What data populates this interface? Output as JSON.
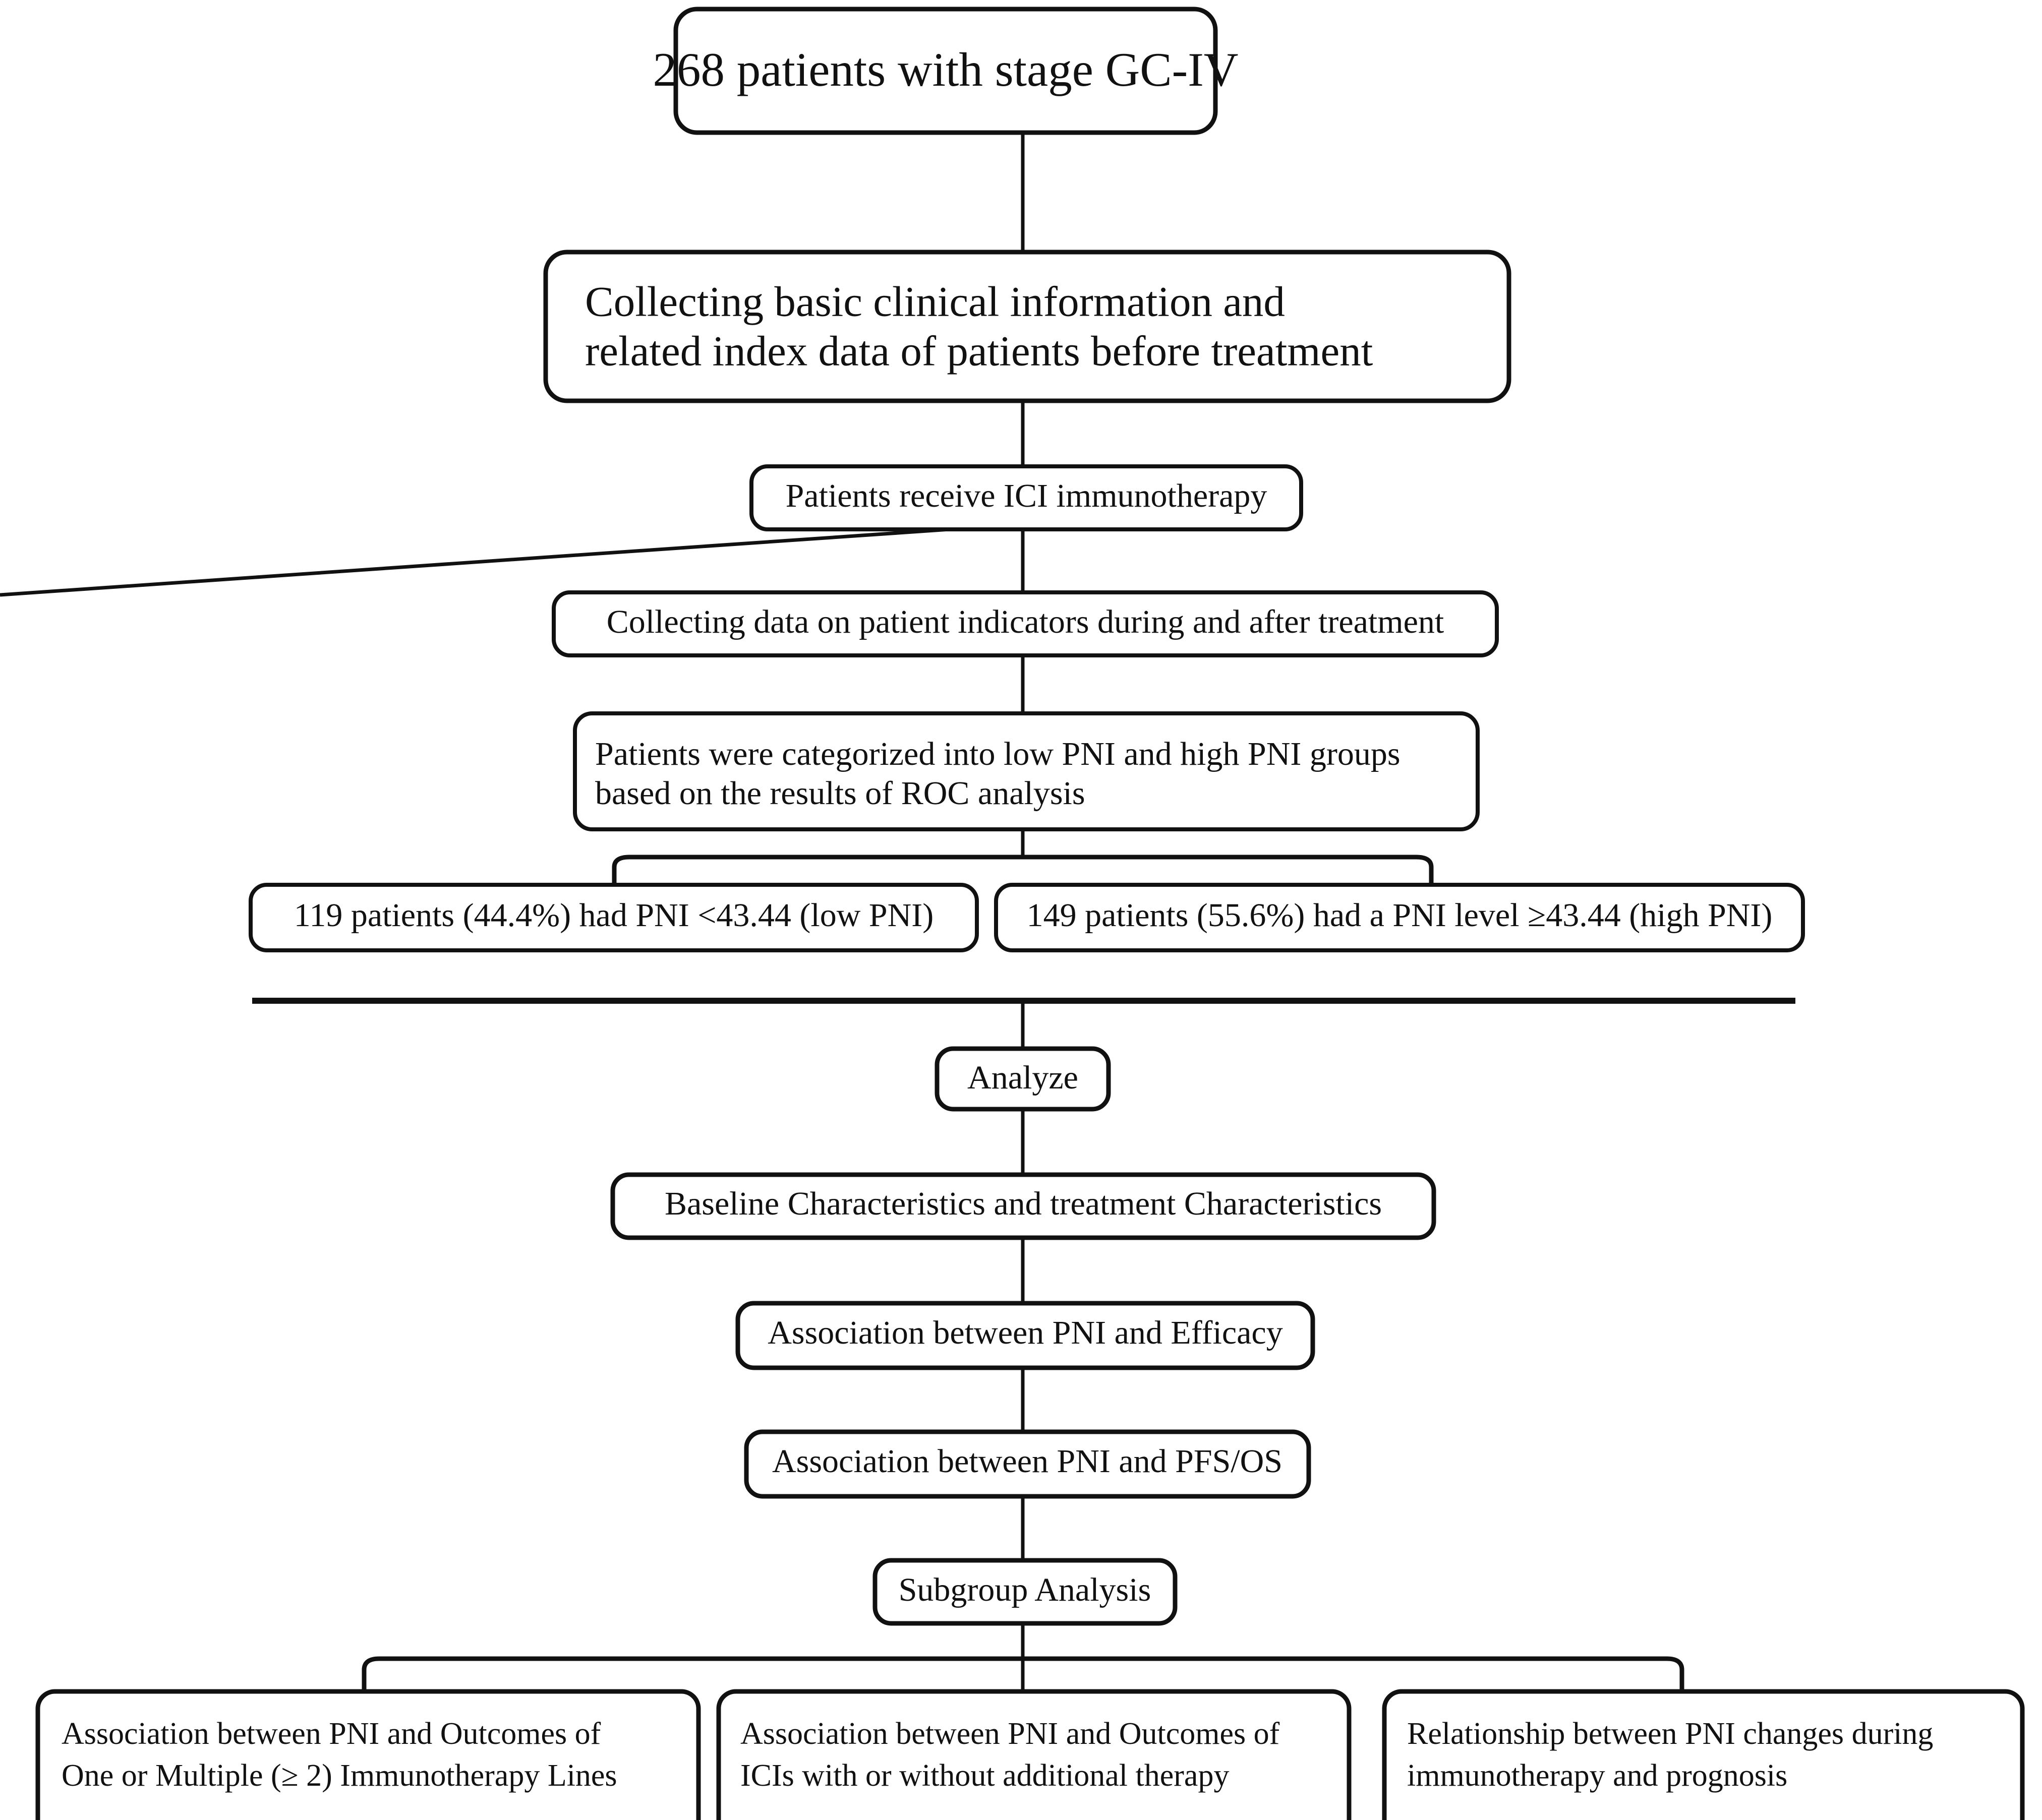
{
  "diagram": {
    "type": "flowchart",
    "title_hidden": true,
    "orientation": "top-to-bottom",
    "stroke_color": "#111111",
    "fill_color": "#ffffff",
    "sections": [
      "cohort",
      "analysis"
    ]
  },
  "nodes": {
    "patients_total": {
      "label": "268 patients with stage GC-IV"
    },
    "collect_baseline": {
      "line1": "Collecting basic clinical information and",
      "line2": "related index data of patients before treatment"
    },
    "receive_ici": {
      "label": "Patients receive ICI immunotherapy"
    },
    "collect_during_after": {
      "label": "Collecting data on patient indicators during and after treatment"
    },
    "categorize_roc": {
      "line1": "Patients were categorized into low PNI and high PNI groups",
      "line2": "based on the results of ROC analysis"
    },
    "low_pni": {
      "label": "119 patients (44.4%) had PNI <43.44 (low PNI)"
    },
    "high_pni": {
      "label": "149 patients (55.6%) had a PNI level ≥43.44 (high PNI)"
    },
    "analyze": {
      "label": "Analyze"
    },
    "baseline_characteristics": {
      "label": "Baseline Characteristics and treatment Characteristics"
    },
    "pni_efficacy": {
      "label": "Association between PNI and Efficacy"
    },
    "pni_pfs_os": {
      "label": "Association between PNI and PFS/OS"
    },
    "subgroup_analysis": {
      "label": "Subgroup Analysis"
    },
    "subgroup_lines": {
      "line1": "Association between PNI and Outcomes of",
      "line2": "One or Multiple (≥ 2) Immunotherapy Lines"
    },
    "subgroup_additional": {
      "line1": "Association between PNI and Outcomes of",
      "line2": "ICIs with or without additional therapy"
    },
    "subgroup_changes": {
      "line1": "Relationship between PNI changes during",
      "line2": "immunotherapy and prognosis"
    }
  },
  "counts": {
    "total_patients": 268,
    "low_pni_patients": 119,
    "low_pni_percent": "44.4%",
    "high_pni_patients": 149,
    "high_pni_percent": "55.6%",
    "pni_cutoff": "43.44"
  }
}
